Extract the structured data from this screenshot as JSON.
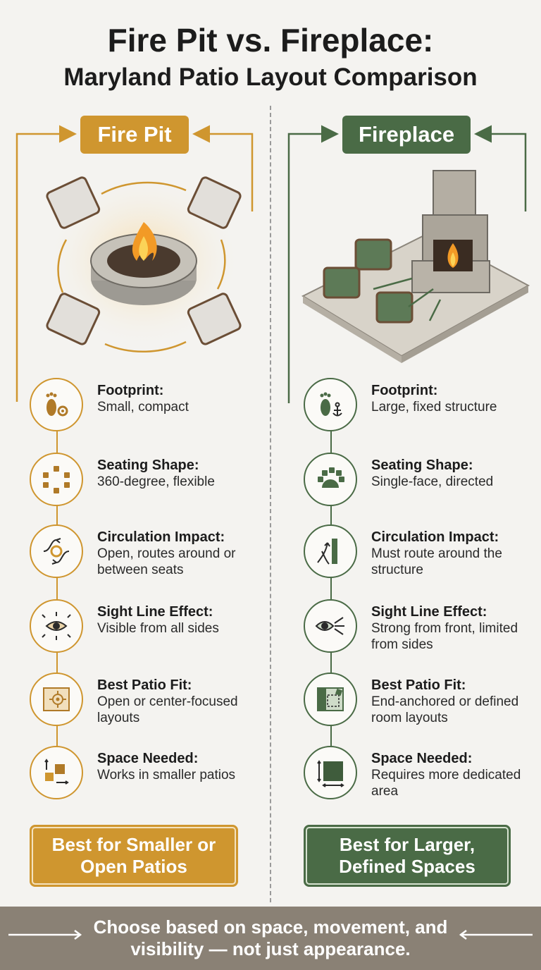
{
  "title": "Fire Pit vs. Fireplace:",
  "subtitle": "Maryland Patio Layout Comparison",
  "colors": {
    "firepit": "#cf962f",
    "fireplace": "#4a6b46",
    "footer": "#8a8175"
  },
  "firepit": {
    "label": "Fire Pit",
    "items": [
      {
        "icon": "footprint-gear-icon",
        "heading": "Footprint:",
        "desc": "Small, compact"
      },
      {
        "icon": "circular-seating-icon",
        "heading": "Seating Shape:",
        "desc": "360-degree, flexible"
      },
      {
        "icon": "circulation-arrows-icon",
        "heading": "Circulation Impact:",
        "desc": "Open, routes around or between seats"
      },
      {
        "icon": "eye-radiating-icon",
        "heading": "Sight Line Effect:",
        "desc": "Visible from all sides"
      },
      {
        "icon": "center-target-plan-icon",
        "heading": "Best Patio Fit:",
        "desc": "Open or center-focused layouts"
      },
      {
        "icon": "small-space-icon",
        "heading": "Space Needed:",
        "desc": "Works in smaller patios"
      }
    ],
    "best": "Best for Smaller or Open Patios"
  },
  "fireplace": {
    "label": "Fireplace",
    "items": [
      {
        "icon": "footprint-anchor-icon",
        "heading": "Footprint:",
        "desc": "Large, fixed structure"
      },
      {
        "icon": "arc-seating-icon",
        "heading": "Seating Shape:",
        "desc": "Single-face, directed"
      },
      {
        "icon": "route-around-wall-icon",
        "heading": "Circulation Impact:",
        "desc": "Must route around the structure"
      },
      {
        "icon": "eye-forward-icon",
        "heading": "Sight Line Effect:",
        "desc": "Strong from front, limited from sides"
      },
      {
        "icon": "end-anchored-plan-icon",
        "heading": "Best Patio Fit:",
        "desc": "End-anchored or defined room layouts"
      },
      {
        "icon": "large-space-icon",
        "heading": "Space Needed:",
        "desc": "Requires more dedicated area"
      }
    ],
    "best": "Best for Larger, Defined Spaces"
  },
  "footer": "Choose based on space, movement, and visibility — not just appearance."
}
